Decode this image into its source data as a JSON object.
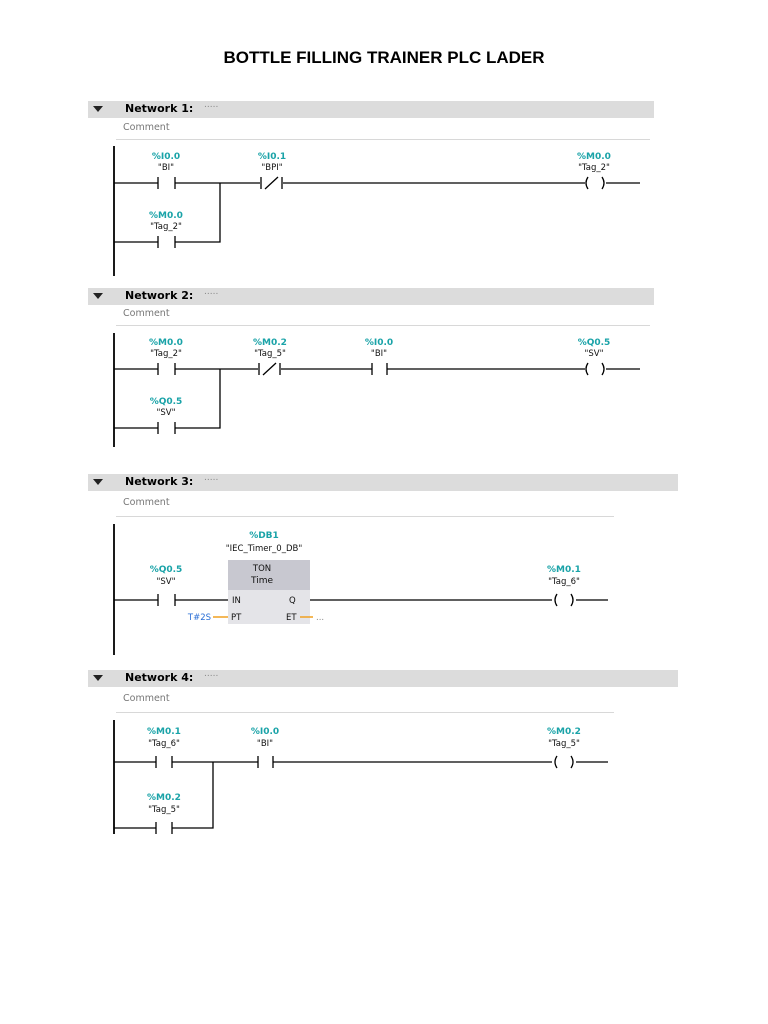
{
  "title": "BOTTLE FILLING TRAINER PLC LADER",
  "comment_label": "Comment",
  "networks": [
    {
      "name": "Network 1:",
      "dots": ".....",
      "contacts": [
        {
          "addr": "%I0.0",
          "tag": "\"BI\"",
          "type": "NO"
        },
        {
          "addr": "%M0.0",
          "tag": "\"Tag_2\"",
          "type": "NO"
        },
        {
          "addr": "%I0.1",
          "tag": "\"BPI\"",
          "type": "NC"
        }
      ],
      "coil": {
        "addr": "%M0.0",
        "tag": "\"Tag_2\""
      }
    },
    {
      "name": "Network 2:",
      "dots": ".....",
      "contacts": [
        {
          "addr": "%M0.0",
          "tag": "\"Tag_2\"",
          "type": "NO"
        },
        {
          "addr": "%Q0.5",
          "tag": "\"SV\"",
          "type": "NO"
        },
        {
          "addr": "%M0.2",
          "tag": "\"Tag_5\"",
          "type": "NC"
        },
        {
          "addr": "%I0.0",
          "tag": "\"BI\"",
          "type": "NO"
        }
      ],
      "coil": {
        "addr": "%Q0.5",
        "tag": "\"SV\""
      }
    },
    {
      "name": "Network 3:",
      "dots": ".....",
      "contacts": [
        {
          "addr": "%Q0.5",
          "tag": "\"SV\"",
          "type": "NO"
        }
      ],
      "timer": {
        "db": "%DB1",
        "db_tag": "\"IEC_Timer_0_DB\"",
        "type": "TON",
        "subtype": "Time",
        "in": "IN",
        "q": "Q",
        "pt": "PT",
        "et": "ET",
        "pt_value": "T#2S",
        "et_value": "..."
      },
      "coil": {
        "addr": "%M0.1",
        "tag": "\"Tag_6\""
      }
    },
    {
      "name": "Network 4:",
      "dots": ".....",
      "contacts": [
        {
          "addr": "%M0.1",
          "tag": "\"Tag_6\"",
          "type": "NO"
        },
        {
          "addr": "%M0.2",
          "tag": "\"Tag_5\"",
          "type": "NO"
        },
        {
          "addr": "%I0.0",
          "tag": "\"BI\"",
          "type": "NO"
        }
      ],
      "coil": {
        "addr": "%M0.2",
        "tag": "\"Tag_5\""
      }
    }
  ],
  "colors": {
    "address": "#1aa3a8",
    "header_bg": "#dcdcdc",
    "pt_value": "#2a6fd6",
    "et_connector": "#f0a020",
    "timer_header": "#c8c8d0",
    "timer_body": "#e4e4e8"
  }
}
